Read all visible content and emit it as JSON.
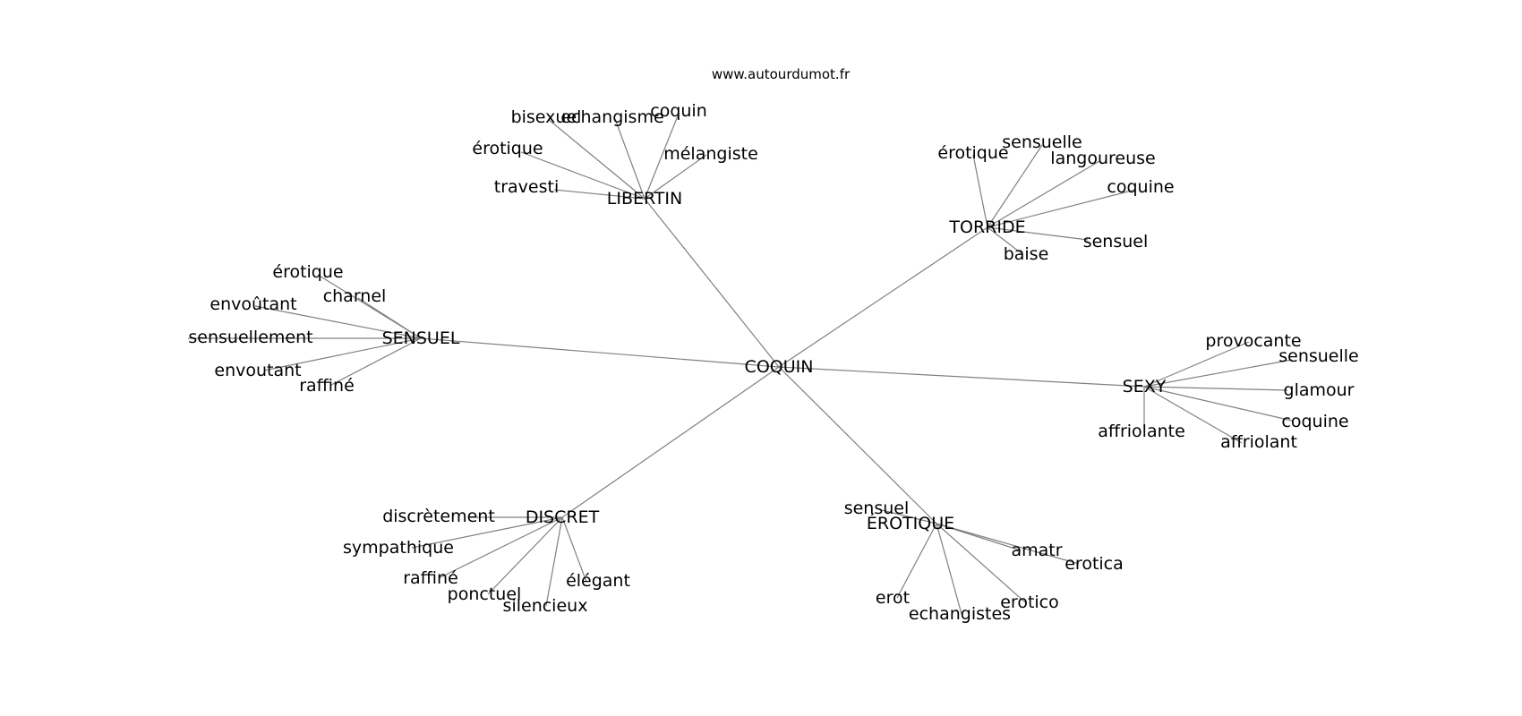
{
  "source": "www.autourdumot.fr",
  "center": "COQUIN",
  "clusters": [
    {
      "hub": "LIBERTIN",
      "words": [
        "bisexuel",
        "echangisme",
        "coquin",
        "érotique",
        "mélangiste",
        "travesti"
      ]
    },
    {
      "hub": "TORRIDE",
      "words": [
        "érotique",
        "sensuelle",
        "langoureuse",
        "coquine",
        "sensuel",
        "baise"
      ]
    },
    {
      "hub": "SENSUEL",
      "words": [
        "érotique",
        "charnel",
        "envoûtant",
        "sensuellement",
        "envoutant",
        "raffiné"
      ]
    },
    {
      "hub": "SEXY",
      "words": [
        "provocante",
        "sensuelle",
        "glamour",
        "coquine",
        "affriolante",
        "affriolant"
      ]
    },
    {
      "hub": "DISCRET",
      "words": [
        "discrètement",
        "sympathique",
        "raffiné",
        "ponctuel",
        "silencieux",
        "élégant"
      ]
    },
    {
      "hub": "ÉROTIQUE",
      "words": [
        "sensuel",
        "amatr",
        "erotica",
        "erot",
        "echangistes",
        "erotico"
      ]
    }
  ]
}
